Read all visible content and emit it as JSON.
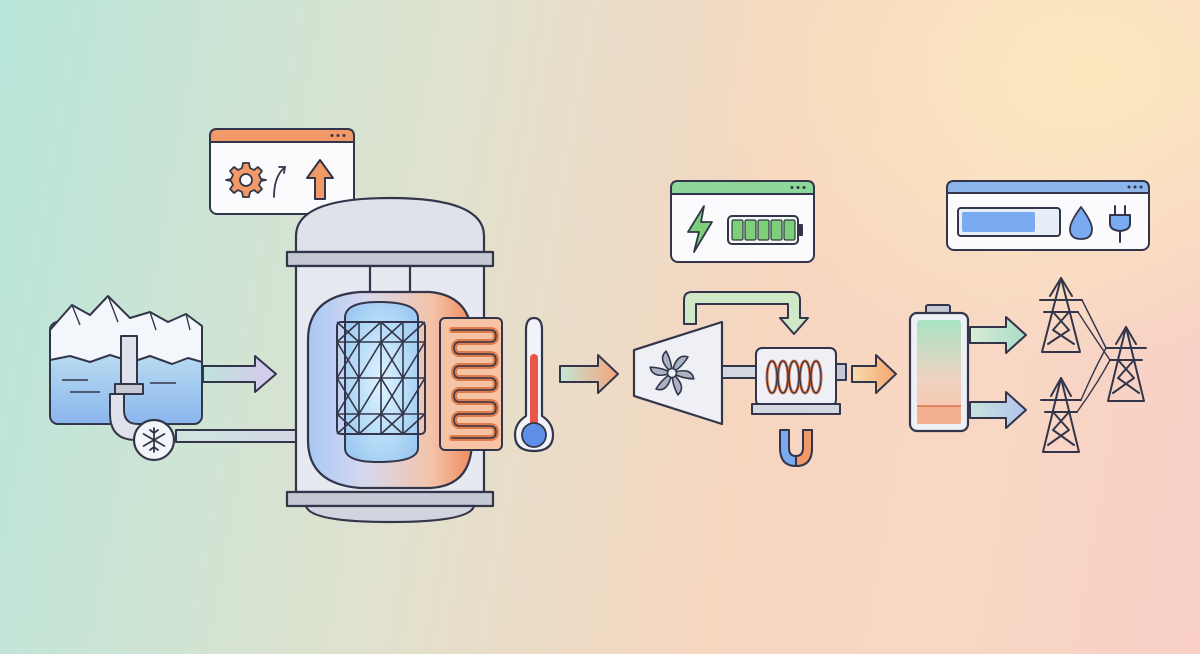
{
  "colors": {
    "outline": "#33364a",
    "steel": "#dfe2ea",
    "steel_dark": "#c5c9d4",
    "cold": "#7fb0ec",
    "warm": "#f2935e",
    "panel_orange": "#f29a67",
    "panel_green": "#8ed79a",
    "panel_blue": "#8cb5ec",
    "battery_green": "#7ecf79",
    "gauge_blue": "#7aaaf0"
  },
  "icons": {
    "control_panel": [
      "gear-icon",
      "rotate-arrow-icon",
      "up-arrow-icon"
    ],
    "power_panel": [
      "lightning-bolt-icon",
      "battery-icon"
    ],
    "storage_panel": [
      "level-bar-icon",
      "water-drop-icon",
      "plug-icon"
    ],
    "stages": [
      "ice-water-reservoir",
      "coolant-pump",
      "reactor-vessel",
      "reactor-core",
      "heat-exchanger-coil",
      "thermometer-icon",
      "turbine",
      "generator-coil",
      "magnet-icon",
      "storage-battery",
      "transmission-towers"
    ]
  },
  "levels": {
    "power_battery_charge": 1.0,
    "storage_bar_fill": 0.78,
    "thermometer_level": 0.75,
    "storage_battery_level": 0.8
  }
}
